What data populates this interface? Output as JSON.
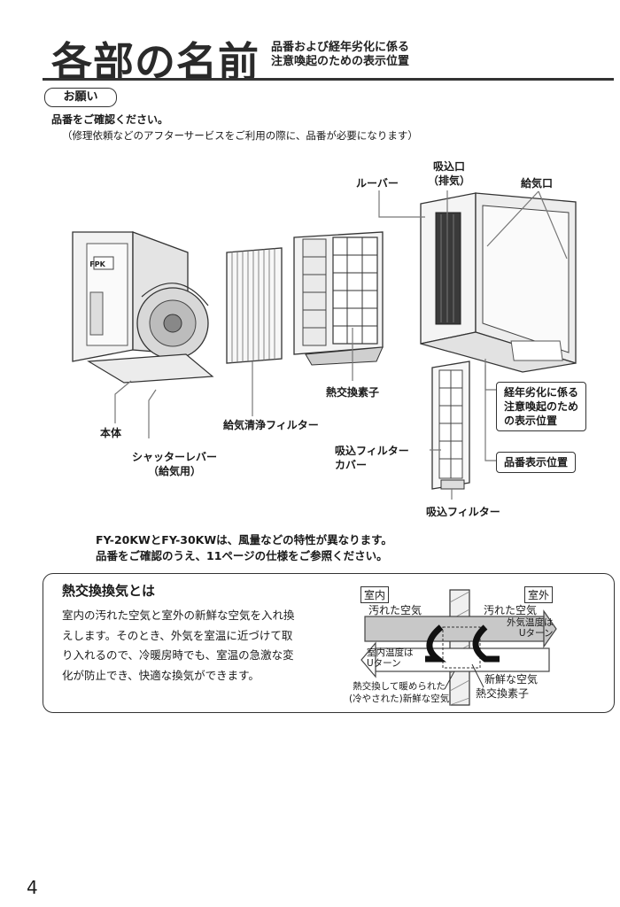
{
  "header": {
    "title": "各部の名前",
    "subtitle_line1": "品番および経年劣化に係る",
    "subtitle_line2": "注意喚起のための表示位置"
  },
  "notice": {
    "badge": "お願い",
    "line1": "品番をご確認ください。",
    "line2": "（修理依頼などのアフターサービスをご利用の際に、品番が必要になります）"
  },
  "labels": {
    "louver": "ルーバー",
    "intake_port_1": "吸込口",
    "intake_port_2": "（排気）",
    "supply_port": "給気口",
    "heat_exchanger": "熱交換素子",
    "body": "本体",
    "supply_filter": "給気清浄フィルター",
    "shutter_lever_1": "シャッターレバー",
    "shutter_lever_2": "（給気用）",
    "intake_filter_cover_1": "吸込フィルター",
    "intake_filter_cover_2": "カバー",
    "intake_filter": "吸込フィルター",
    "aging_box_1": "経年劣化に係る",
    "aging_box_2": "注意喚起のため",
    "aging_box_3": "の表示位置",
    "model_box": "品番表示位置",
    "fpk_mark": "FPK"
  },
  "model_note": {
    "line1": "FY-20KWとFY-30KWは、風量などの特性が異なります。",
    "line2": "品番をご確認のうえ、11ページの仕様をご参照ください。"
  },
  "heat_exchange": {
    "title": "熱交換換気とは",
    "body": "室内の汚れた空気と室外の新鮮な空気を入れ換えします。そのとき、外気を室温に近づけて取り入れるので、冷暖房時でも、室温の急激な変化が防止でき、快適な換気ができます。",
    "diagram": {
      "indoor": "室内",
      "outdoor": "室外",
      "dirty_air_in": "汚れた空気",
      "dirty_air_out": "汚れた空気",
      "outdoor_temp_1": "外気温度は",
      "outdoor_temp_2": "Uターン",
      "indoor_temp_1": "室内温度は",
      "indoor_temp_2": "Uターン",
      "fresh_air": "新鮮な空気",
      "element": "熱交換素子",
      "warmed_1": "熱交換して暖められた",
      "warmed_2": "(冷やされた)新鮮な空気"
    }
  },
  "page_number": "4"
}
